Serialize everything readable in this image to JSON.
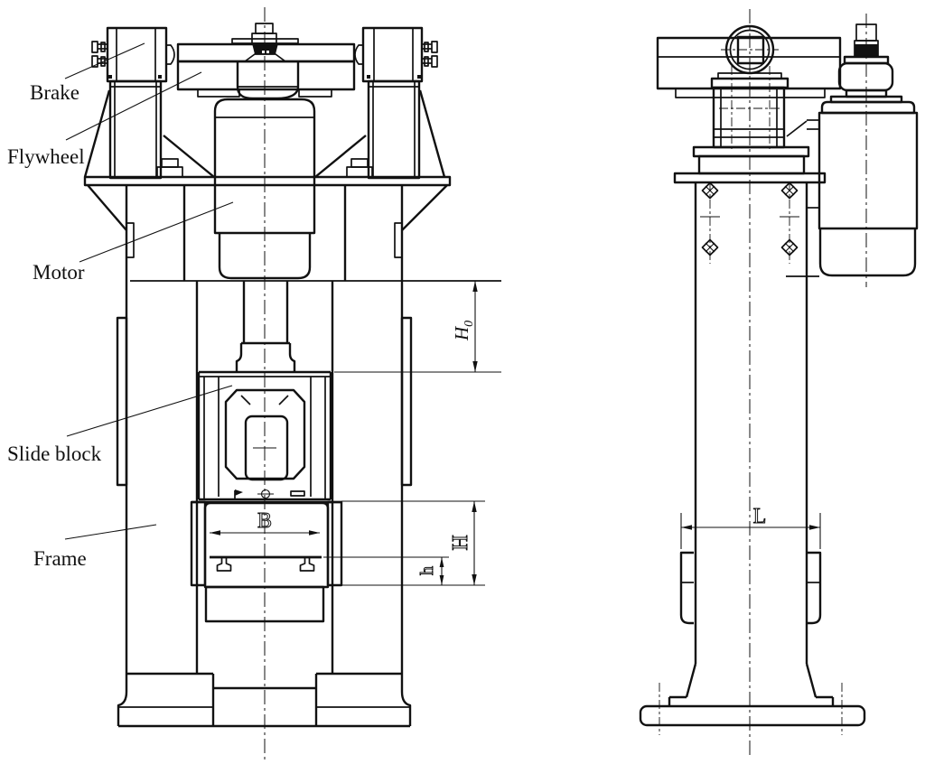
{
  "drawing": {
    "background": "#ffffff",
    "line_color": "#111111",
    "part_labels": {
      "brake": "Brake",
      "flywheel": "Flywheel",
      "motor": "Motor",
      "slide_block": "Slide block",
      "frame": "Frame"
    },
    "dimension_labels": {
      "shut_height_main": "H",
      "shut_height_sub": "0",
      "table_width": "B",
      "table_height": "H",
      "slot_height": "h",
      "base_width": "L"
    }
  }
}
